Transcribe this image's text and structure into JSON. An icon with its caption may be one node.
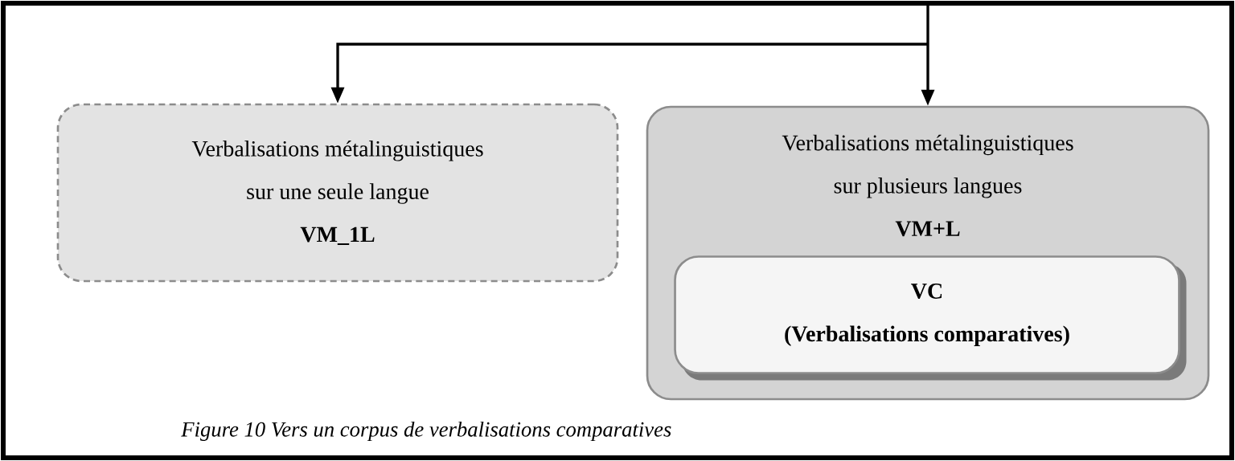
{
  "diagram": {
    "caption": "Figure 10 Vers un corpus de verbalisations comparatives",
    "nodes": [
      {
        "text": [
          "Verbalisations métalinguistiques sur une seule langue",
          "VM_1L"
        ]
      },
      {
        "text": [
          "Verbalisations métalinguistiques sur plusieurs langues",
          "VM+L"
        ]
      },
      {
        "text": [
          "VC",
          "(Verbalisations comparatives)"
        ],
        "in": 1
      }
    ],
    "edges": [
      {
        "from": null,
        "to": 0,
        "arrow": "to"
      },
      {
        "from": null,
        "to": 1,
        "arrow": "to"
      }
    ]
  }
}
